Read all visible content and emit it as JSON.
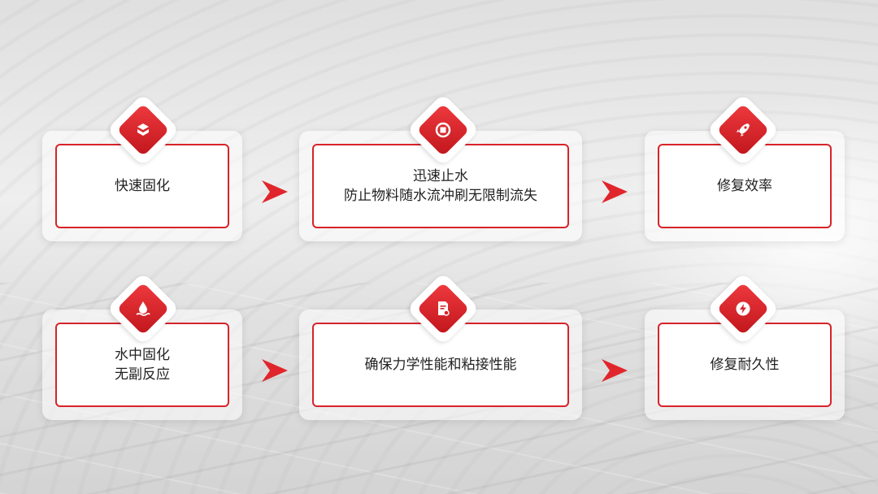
{
  "colors": {
    "accent": "#d8232a",
    "text": "#222222"
  },
  "cards": [
    {
      "name": "card-rapid-curing",
      "icon": "layers-icon",
      "lines": [
        "快速固化"
      ]
    },
    {
      "name": "card-rapid-water-stop",
      "icon": "stop-icon",
      "lines": [
        "迅速止水",
        "防止物料随水流冲刷无限制流失"
      ]
    },
    {
      "name": "card-repair-efficiency",
      "icon": "rocket-icon",
      "lines": [
        "修复效率"
      ]
    },
    {
      "name": "card-underwater-curing",
      "icon": "water-drop-icon",
      "lines": [
        "水中固化",
        "无副反应"
      ]
    },
    {
      "name": "card-mechanical-bonding",
      "icon": "document-settings-icon",
      "lines": [
        "确保力学性能和粘接性能"
      ]
    },
    {
      "name": "card-repair-durability",
      "icon": "lightning-icon",
      "lines": [
        "修复耐久性"
      ]
    }
  ]
}
